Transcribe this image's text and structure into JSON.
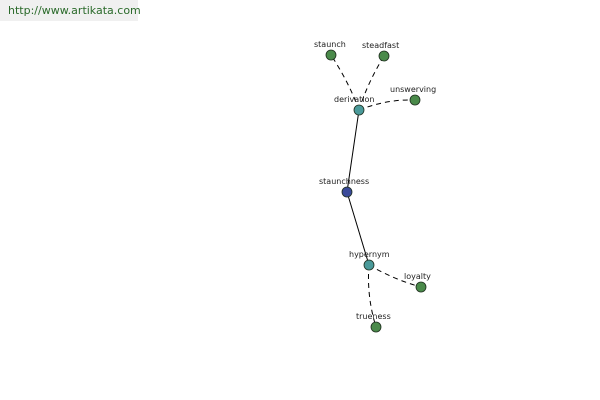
{
  "source": {
    "url": "http://www.artikata.com"
  },
  "colors": {
    "link_text": "#2a6a2a",
    "banner_bg": "#f0f0f0",
    "center_node": "#3a4a9a",
    "relation_node": "#4a9a9a",
    "leaf_node": "#4a8a4a",
    "node_stroke": "#1e2e1e",
    "edge": "#000000"
  },
  "graph": {
    "nodes": [
      {
        "id": "staunchness",
        "label": "staunchness",
        "kind": "center",
        "icon": "circle"
      },
      {
        "id": "derivation",
        "label": "derivation",
        "kind": "relation",
        "icon": "circle"
      },
      {
        "id": "hypernym",
        "label": "hypernym",
        "kind": "relation",
        "icon": "circle"
      },
      {
        "id": "staunch",
        "label": "staunch",
        "kind": "leaf",
        "icon": "circle"
      },
      {
        "id": "steadfast",
        "label": "steadfast",
        "kind": "leaf",
        "icon": "circle"
      },
      {
        "id": "unswerving",
        "label": "unswerving",
        "kind": "leaf",
        "icon": "circle"
      },
      {
        "id": "loyalty",
        "label": "loyalty",
        "kind": "leaf",
        "icon": "circle"
      },
      {
        "id": "trueness",
        "label": "trueness",
        "kind": "leaf",
        "icon": "circle"
      }
    ],
    "edges": [
      {
        "from": "staunchness",
        "to": "derivation",
        "style": "solid"
      },
      {
        "from": "staunchness",
        "to": "hypernym",
        "style": "solid"
      },
      {
        "from": "derivation",
        "to": "staunch",
        "style": "dashed"
      },
      {
        "from": "derivation",
        "to": "steadfast",
        "style": "dashed"
      },
      {
        "from": "derivation",
        "to": "unswerving",
        "style": "dashed"
      },
      {
        "from": "hypernym",
        "to": "loyalty",
        "style": "dashed"
      },
      {
        "from": "hypernym",
        "to": "trueness",
        "style": "dashed"
      }
    ]
  }
}
